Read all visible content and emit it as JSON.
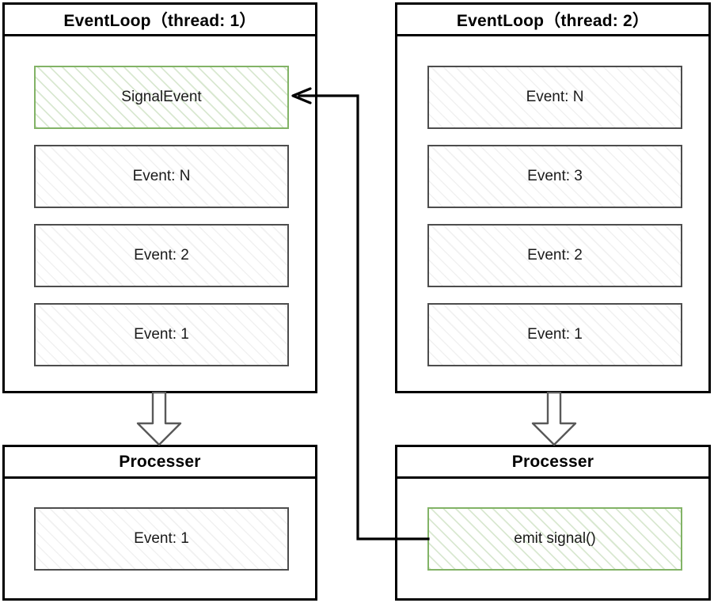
{
  "diagram": {
    "title_thread1": "EventLoop（thread: 1）",
    "title_thread2": "EventLoop（thread: 2）",
    "processer_label_left": "Processer",
    "processer_label_right": "Processer",
    "colors": {
      "panel_border": "#000000",
      "event_border": "#4d4d4d",
      "highlight_green": "#82b366",
      "text": "#1a1a1a",
      "connector": "#000000"
    }
  },
  "eventloop_left": {
    "title": "EventLoop（thread: 1）",
    "events": [
      {
        "label": "SignalEvent",
        "highlight": "green"
      },
      {
        "label": "Event: N",
        "highlight": "none"
      },
      {
        "label": "Event: 2",
        "highlight": "none"
      },
      {
        "label": "Event: 1",
        "highlight": "none"
      }
    ]
  },
  "eventloop_right": {
    "title": "EventLoop（thread: 2）",
    "events": [
      {
        "label": "Event: N",
        "highlight": "none"
      },
      {
        "label": "Event: 3",
        "highlight": "none"
      },
      {
        "label": "Event: 2",
        "highlight": "none"
      },
      {
        "label": "Event: 1",
        "highlight": "none"
      }
    ]
  },
  "processer_left": {
    "title": "Processer",
    "items": [
      {
        "label": "Event: 1",
        "highlight": "none"
      }
    ]
  },
  "processer_right": {
    "title": "Processer",
    "items": [
      {
        "label": "emit signal()",
        "highlight": "green"
      }
    ]
  },
  "arrows": {
    "left_dispatch": "down-block-arrow",
    "right_dispatch": "down-block-arrow",
    "signal_feedback": "emit-signal-to-signalevent"
  }
}
